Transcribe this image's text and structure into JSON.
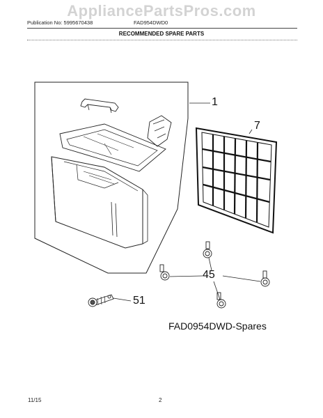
{
  "header": {
    "watermark": "AppliancePartsPros.com",
    "publication": "Publication No: 5995670438",
    "model": "FAD954DWD0",
    "section_title": "RECOMMENDED SPARE PARTS"
  },
  "callouts": {
    "housing": "1",
    "filter": "7",
    "casters": "45",
    "drain": "51"
  },
  "caption": "FAD0954DWD-Spares",
  "footer": {
    "date": "11/15",
    "page": "2"
  },
  "icons": {
    "housing": "front-cover-housing-icon",
    "filter": "air-filter-grid-icon",
    "caster": "caster-wheel-icon",
    "drain": "drain-hose-adapter-icon"
  }
}
